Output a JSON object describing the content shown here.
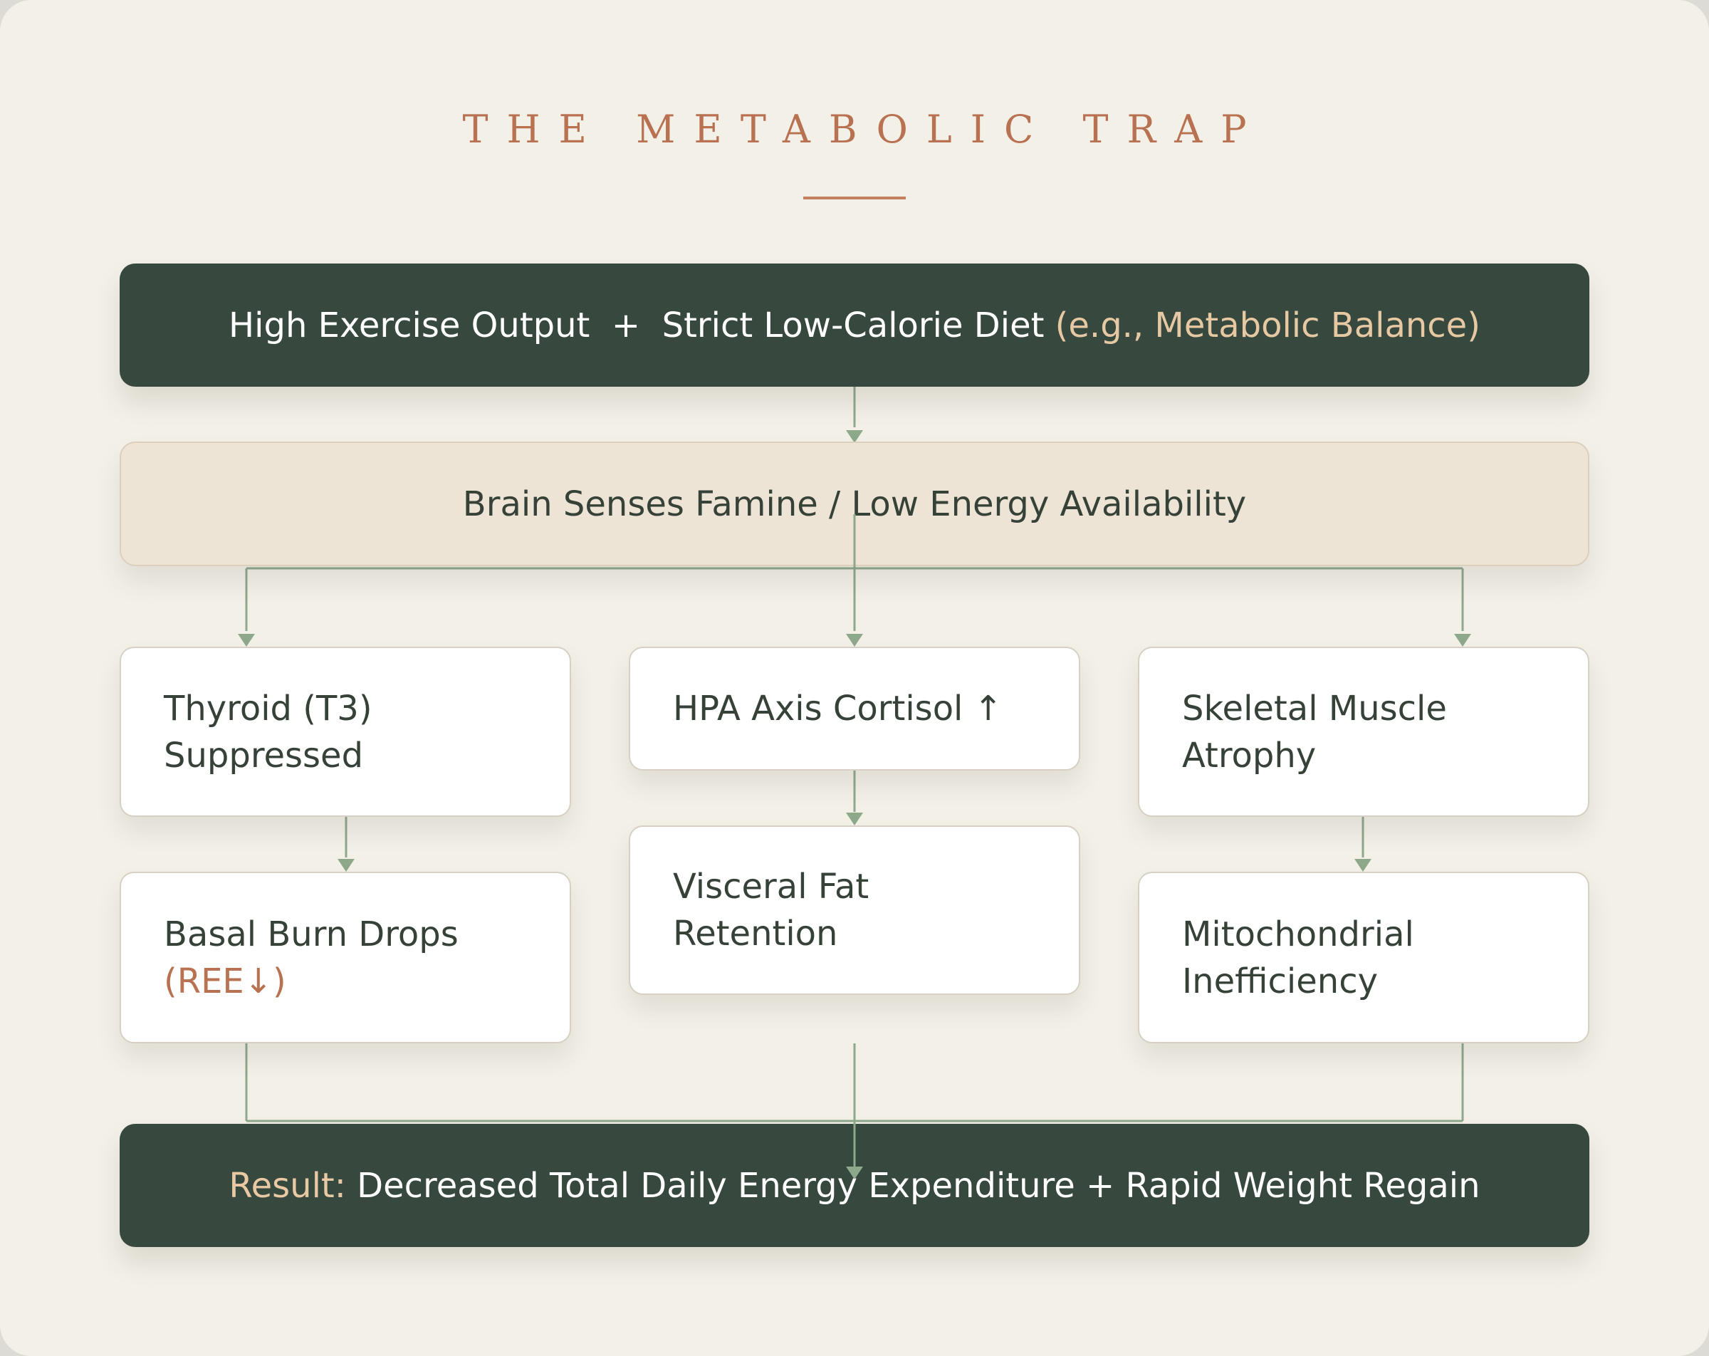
{
  "title": "THE METABOLIC TRAP",
  "colors": {
    "background": "#f3f0e8",
    "dark_box": "#37493f",
    "beige_box": "#ede4d6",
    "accent_rust": "#b87252",
    "accent_gold": "#e6c8a2",
    "connector": "#8ea88c"
  },
  "input_box": {
    "part1": "High Exercise Output  +  Strict Low-Calorie Diet ",
    "part2": "(e.g., Metabolic Balance)"
  },
  "trigger_box": {
    "text": "Brain Senses Famine / Low Energy Availability"
  },
  "pathways": [
    {
      "first": {
        "line1": "Thyroid (T3)",
        "line2": "Suppressed"
      },
      "second": {
        "line1": "Basal Burn Drops",
        "line2": "(REE↓)"
      }
    },
    {
      "first": {
        "line1": "HPA Axis Cortisol ↑"
      },
      "second": {
        "line1": "Visceral Fat",
        "line2": "Retention"
      }
    },
    {
      "first": {
        "line1": "Skeletal Muscle",
        "line2": "Atrophy"
      },
      "second": {
        "line1": "Mitochondrial",
        "line2": "Inefficiency"
      }
    }
  ],
  "result_box": {
    "label": "Result:",
    "text": " Decreased Total Daily Energy Expenditure + Rapid Weight Regain"
  }
}
